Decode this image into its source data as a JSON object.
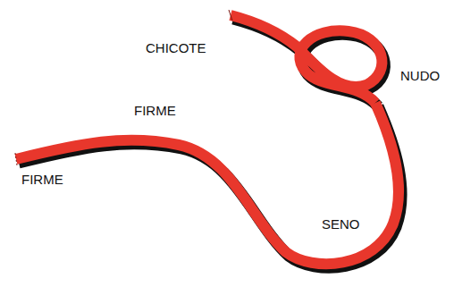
{
  "diagram": {
    "labels": [
      "CHICOTE",
      "NUDO",
      "FIRME",
      "FIRME",
      "SENO"
    ]
  }
}
